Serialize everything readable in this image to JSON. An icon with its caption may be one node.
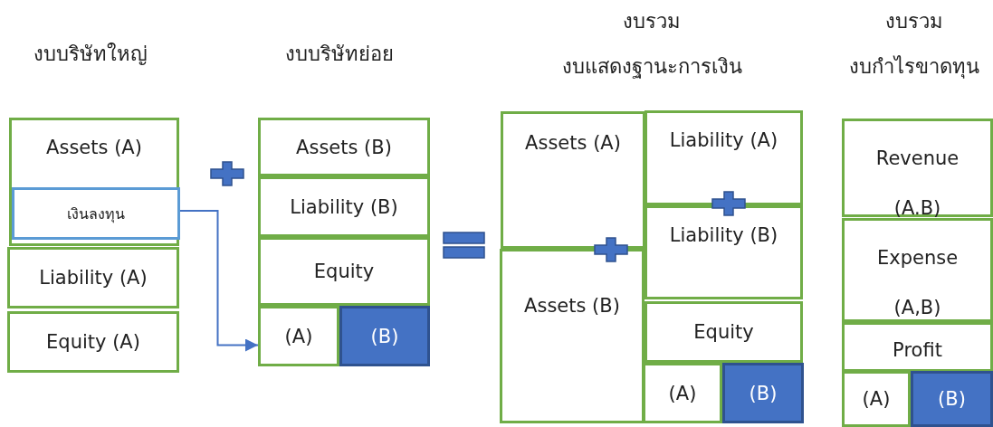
{
  "diagram": {
    "nodes": [
      {
        "text": [
          "Assets (A)"
        ]
      },
      {
        "text": [
          "เงินลงทุน"
        ],
        "in": 0
      },
      {
        "text": [
          "Liability (A)"
        ]
      },
      {
        "text": [
          "Equity (A)"
        ]
      },
      {
        "text": [
          "Assets (B)"
        ]
      },
      {
        "text": [
          "Liability (B)"
        ]
      },
      {
        "text": [
          "Equity"
        ]
      },
      {
        "text": [
          "(A)"
        ]
      },
      {
        "text": [
          "(B)"
        ]
      },
      {
        "text": [
          "Assets (A)"
        ]
      },
      {
        "text": [
          "Liability (A)"
        ]
      },
      {
        "text": [
          "Assets (B)"
        ]
      },
      {
        "text": [
          "Liability (B)"
        ]
      },
      {
        "text": [
          "Equity"
        ]
      },
      {
        "text": [
          "(A)"
        ]
      },
      {
        "text": [
          "(B)"
        ]
      },
      {
        "text": [
          "Revenue (A.B)"
        ]
      },
      {
        "text": [
          "Expense (A,B)"
        ]
      },
      {
        "text": [
          "Profit"
        ]
      },
      {
        "text": [
          "(A)"
        ]
      },
      {
        "text": [
          "(B)"
        ]
      }
    ],
    "edges": [
      {
        "from": 1,
        "to": 7,
        "arrow": "to"
      }
    ],
    "labels": [
      "งบรวม",
      "งบรวม",
      "งบบริษัทใหญ่",
      "งบบริษัทย่อย",
      "งบแสดงฐานะการเงิน",
      "งบกำไรขาดทุน"
    ]
  }
}
